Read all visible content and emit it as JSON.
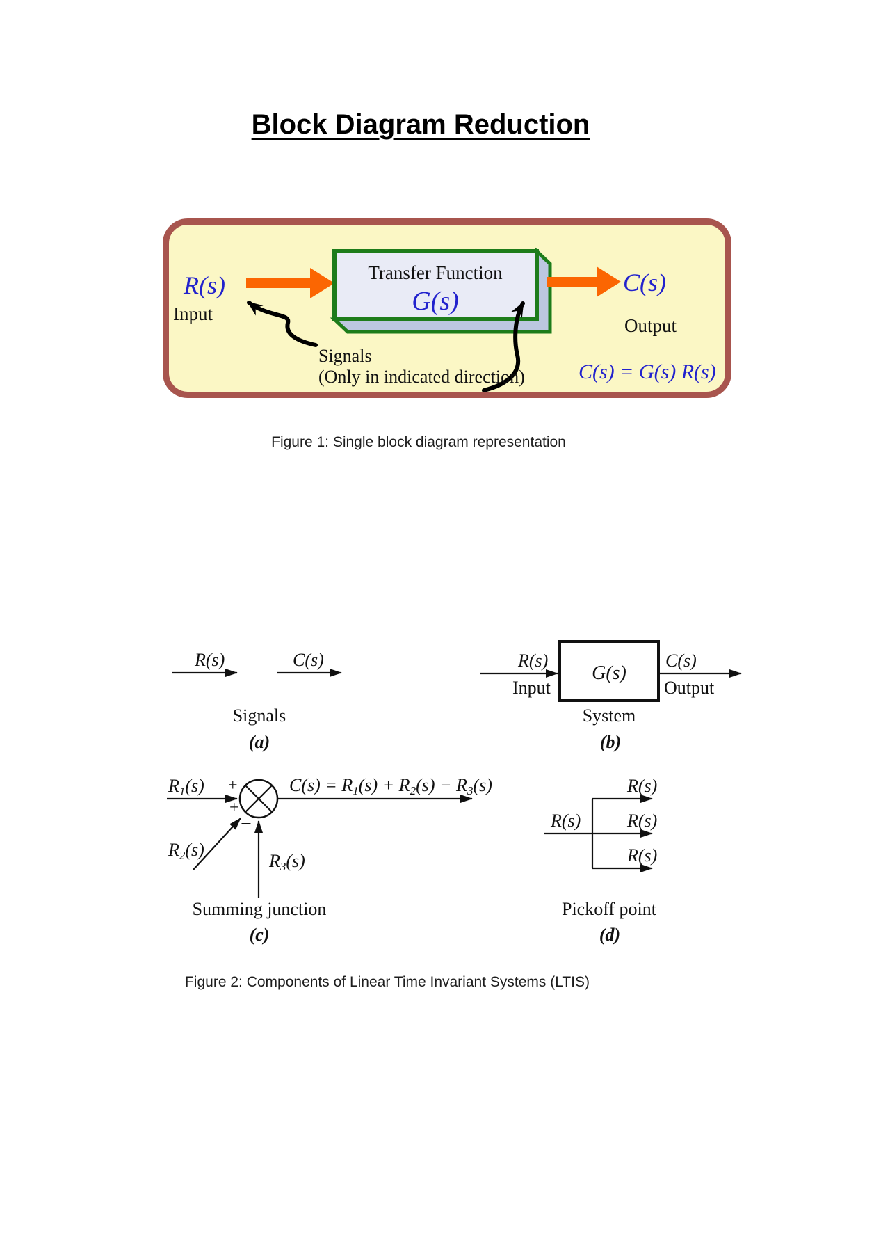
{
  "page": {
    "title": "Block Diagram Reduction"
  },
  "figure1": {
    "caption": "Figure 1: Single block diagram representation",
    "input_signal": "R(s)",
    "input_label": "Input",
    "block_title": "Transfer Function",
    "block_symbol": "G(s)",
    "output_signal": "C(s)",
    "output_label": "Output",
    "signals_note_line1": "Signals",
    "signals_note_line2": "(Only in indicated direction)",
    "equation": "C(s) = G(s) R(s)"
  },
  "figure2": {
    "caption": "Figure 2: Components of Linear Time Invariant Systems (LTIS)",
    "a": {
      "signal1": "R(s)",
      "signal2": "C(s)",
      "label": "Signals",
      "tag": "(a)"
    },
    "b": {
      "input_signal": "R(s)",
      "input_label": "Input",
      "block_symbol": "G(s)",
      "output_signal": "C(s)",
      "output_label": "Output",
      "label": "System",
      "tag": "(b)"
    },
    "c": {
      "r1": {
        "b": "R",
        "s": "1",
        "a": "(s)"
      },
      "r2": {
        "b": "R",
        "s": "2",
        "a": "(s)"
      },
      "r3": {
        "b": "R",
        "s": "3",
        "a": "(s)"
      },
      "plus_top": "+",
      "plus_mid": "+",
      "minus": "−",
      "eq": {
        "p1": "C(s) = R",
        "s1": "1",
        "p2": "(s) + R",
        "s2": "2",
        "p3": "(s) − R",
        "s3": "3",
        "p4": "(s)"
      },
      "label": "Summing junction",
      "tag": "(c)"
    },
    "d": {
      "input_signal": "R(s)",
      "out1": "R(s)",
      "out2": "R(s)",
      "out3": "R(s)",
      "label": "Pickoff point",
      "tag": "(d)"
    }
  },
  "colors": {
    "panel_background": "#fbf7c5",
    "panel_border": "#a8554e",
    "block_border_green": "#1d7c1a",
    "block_fill": "#e9ebf6",
    "block_shadow": "#bcc7e0",
    "arrow_orange": "#fb6602",
    "math_blue": "#2222cd",
    "ink_black": "#111111"
  }
}
